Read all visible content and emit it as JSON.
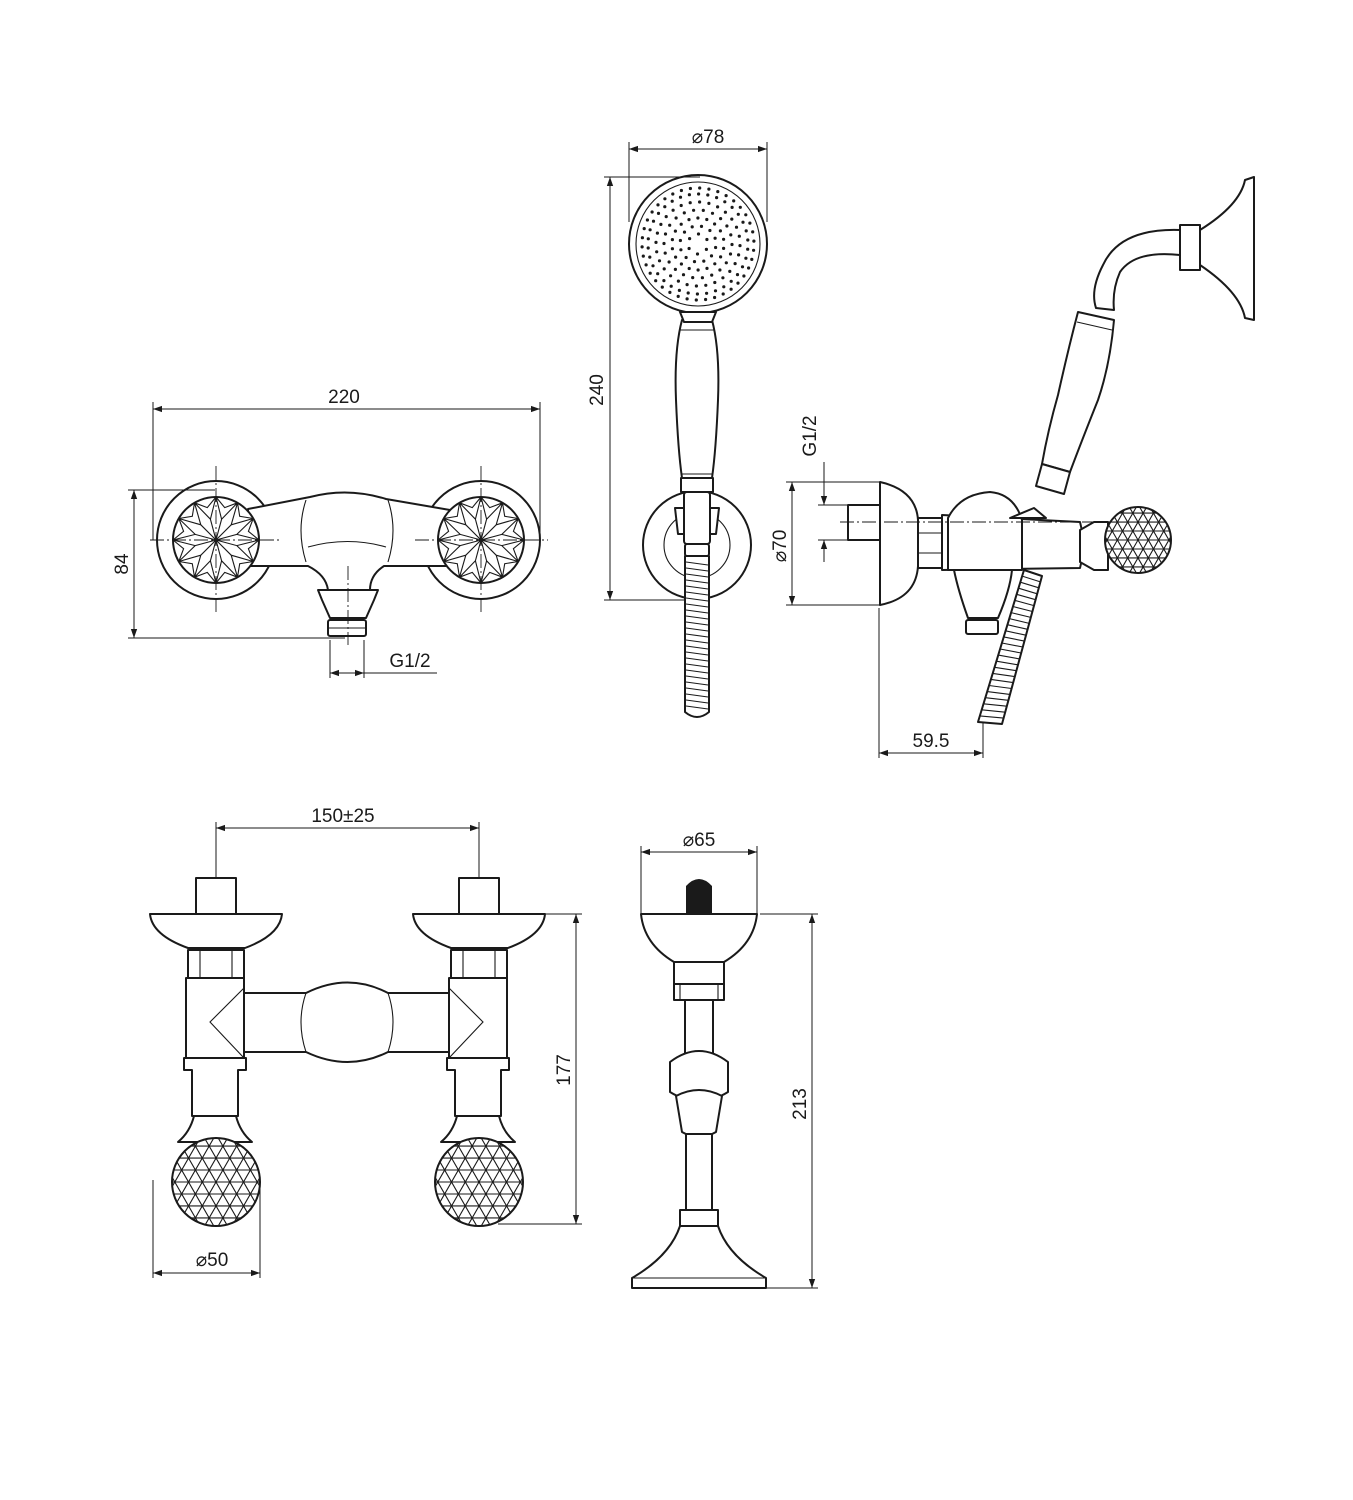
{
  "dimensions": {
    "front_width": "220",
    "front_height": "84",
    "front_outlet": "G1/2",
    "head_diameter": "78",
    "handshower_length": "240",
    "side_inlet": "G1/2",
    "side_diameter": "70",
    "side_projection": "59.5",
    "inlet_spacing": "150±25",
    "handle_diameter": "50",
    "bottom_height": "177",
    "holder_diameter": "65",
    "holder_height": "213"
  },
  "symbols": {
    "diameter": "⌀"
  },
  "colors": {
    "line": "#1a1a1a",
    "background": "#ffffff"
  }
}
